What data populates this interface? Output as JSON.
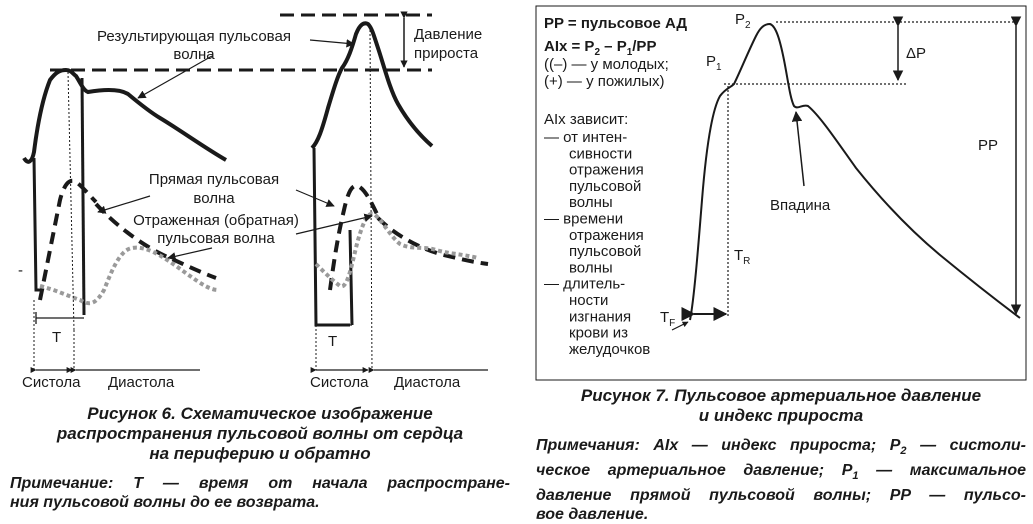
{
  "fig6": {
    "label_resulting_wave_1": "Результирующая пульсовая",
    "label_resulting_wave_2": "волна",
    "label_pressure_gain_1": "Давление",
    "label_pressure_gain_2": "прироста",
    "label_direct_wave_1": "Прямая пульсовая",
    "label_direct_wave_2": "волна",
    "label_reflected_wave_1": "Отраженная (обратная)",
    "label_reflected_wave_2": "пульсовая волна",
    "label_T": "T",
    "label_systole": "Систола",
    "label_diastole": "Диастола",
    "label_dash": "-",
    "caption_line1": "Рисунок 6. Схематическое изображение",
    "caption_line2": "распространения пульсовой волны от сердца",
    "caption_line3": "на периферию и обратно",
    "note_line1": "Примечание: T — время от начала распростране-",
    "note_line2": "ния пульсовой волны до ее возврата."
  },
  "fig7": {
    "pp_def": "PP = пульсовое АД",
    "aix_formula_main": "AIx = P",
    "aix_formula_sub2": "2",
    "aix_formula_mid": " – P",
    "aix_formula_sub1": "1",
    "aix_formula_end": "/PP",
    "young": "((–) — у молодых;",
    "old": "(+) — у пожилых)",
    "depends_title": "AIx зависит:",
    "depends_lines": [
      "— от интен-",
      "сивности",
      "отражения",
      "пульсовой",
      "волны",
      "— времени",
      "отражения",
      "пульсовой",
      "волны",
      "— длитель-",
      "ности",
      "изгнания",
      "крови из",
      "желудочков"
    ],
    "label_P2": "P",
    "label_P2_sub": "2",
    "label_P1": "P",
    "label_P1_sub": "1",
    "label_dP": "ΔP",
    "label_PP": "PP",
    "label_notch": "Впадина",
    "label_TR": "T",
    "label_TR_sub": "R",
    "label_TF": "T",
    "label_TF_sub": "F",
    "caption_line1": "Рисунок 7.  Пульсовое артериальное давление",
    "caption_line2": "и индекс прироста",
    "note_line1": "Примечания: AIx — индекс прироста; P",
    "note_line1_sub": "2",
    "note_line1_end": " — систоли-",
    "note_line2": "ческое артериальное давление; P",
    "note_line2_sub": "1",
    "note_line2_end": " — максимальное",
    "note_line3": "давление прямой пульсовой волны; PP — пульсо-",
    "note_line4": "вое давление."
  }
}
